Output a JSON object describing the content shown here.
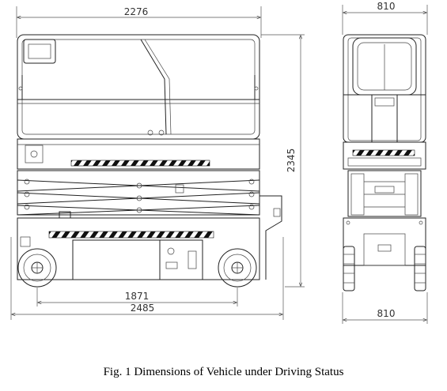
{
  "figure": {
    "caption": "Fig. 1 Dimensions of Vehicle under Driving Status",
    "colors": {
      "line": "#222222",
      "stripe": "#111111",
      "background": "#ffffff"
    }
  },
  "side_view": {
    "dims": {
      "platform_length": "2276",
      "height": "2345",
      "wheelbase": "1871",
      "overall_length": "2485"
    }
  },
  "front_view": {
    "dims": {
      "top_width": "810",
      "bottom_width": "810"
    }
  }
}
